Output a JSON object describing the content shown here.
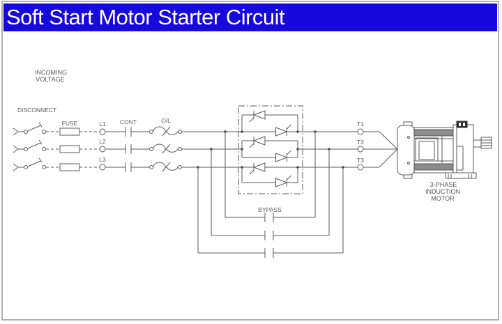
{
  "title": "Soft Start Motor Starter Circuit",
  "colors": {
    "title_bg": "#1708dc",
    "title_fg": "#ffffff",
    "line": "#5a5a5a",
    "text": "#5a5a5a",
    "frame_border": "#b0b0b0"
  },
  "diagram": {
    "incoming_voltage": [
      "INCOMING",
      "VOLTAGE"
    ],
    "disconnect_label": "DISCONNECT",
    "fuse_label": "FUSE",
    "contactor_label": "CONT",
    "overload_label": "O/L",
    "bypass_label": "BYPASS",
    "motor_label": [
      "3-PHASE",
      "INDUCTION",
      "MOTOR"
    ],
    "phases": [
      {
        "line_label": "L1",
        "terminal_label": "T1"
      },
      {
        "line_label": "L2",
        "terminal_label": "T2"
      },
      {
        "line_label": "L3",
        "terminal_label": "T3"
      }
    ]
  }
}
